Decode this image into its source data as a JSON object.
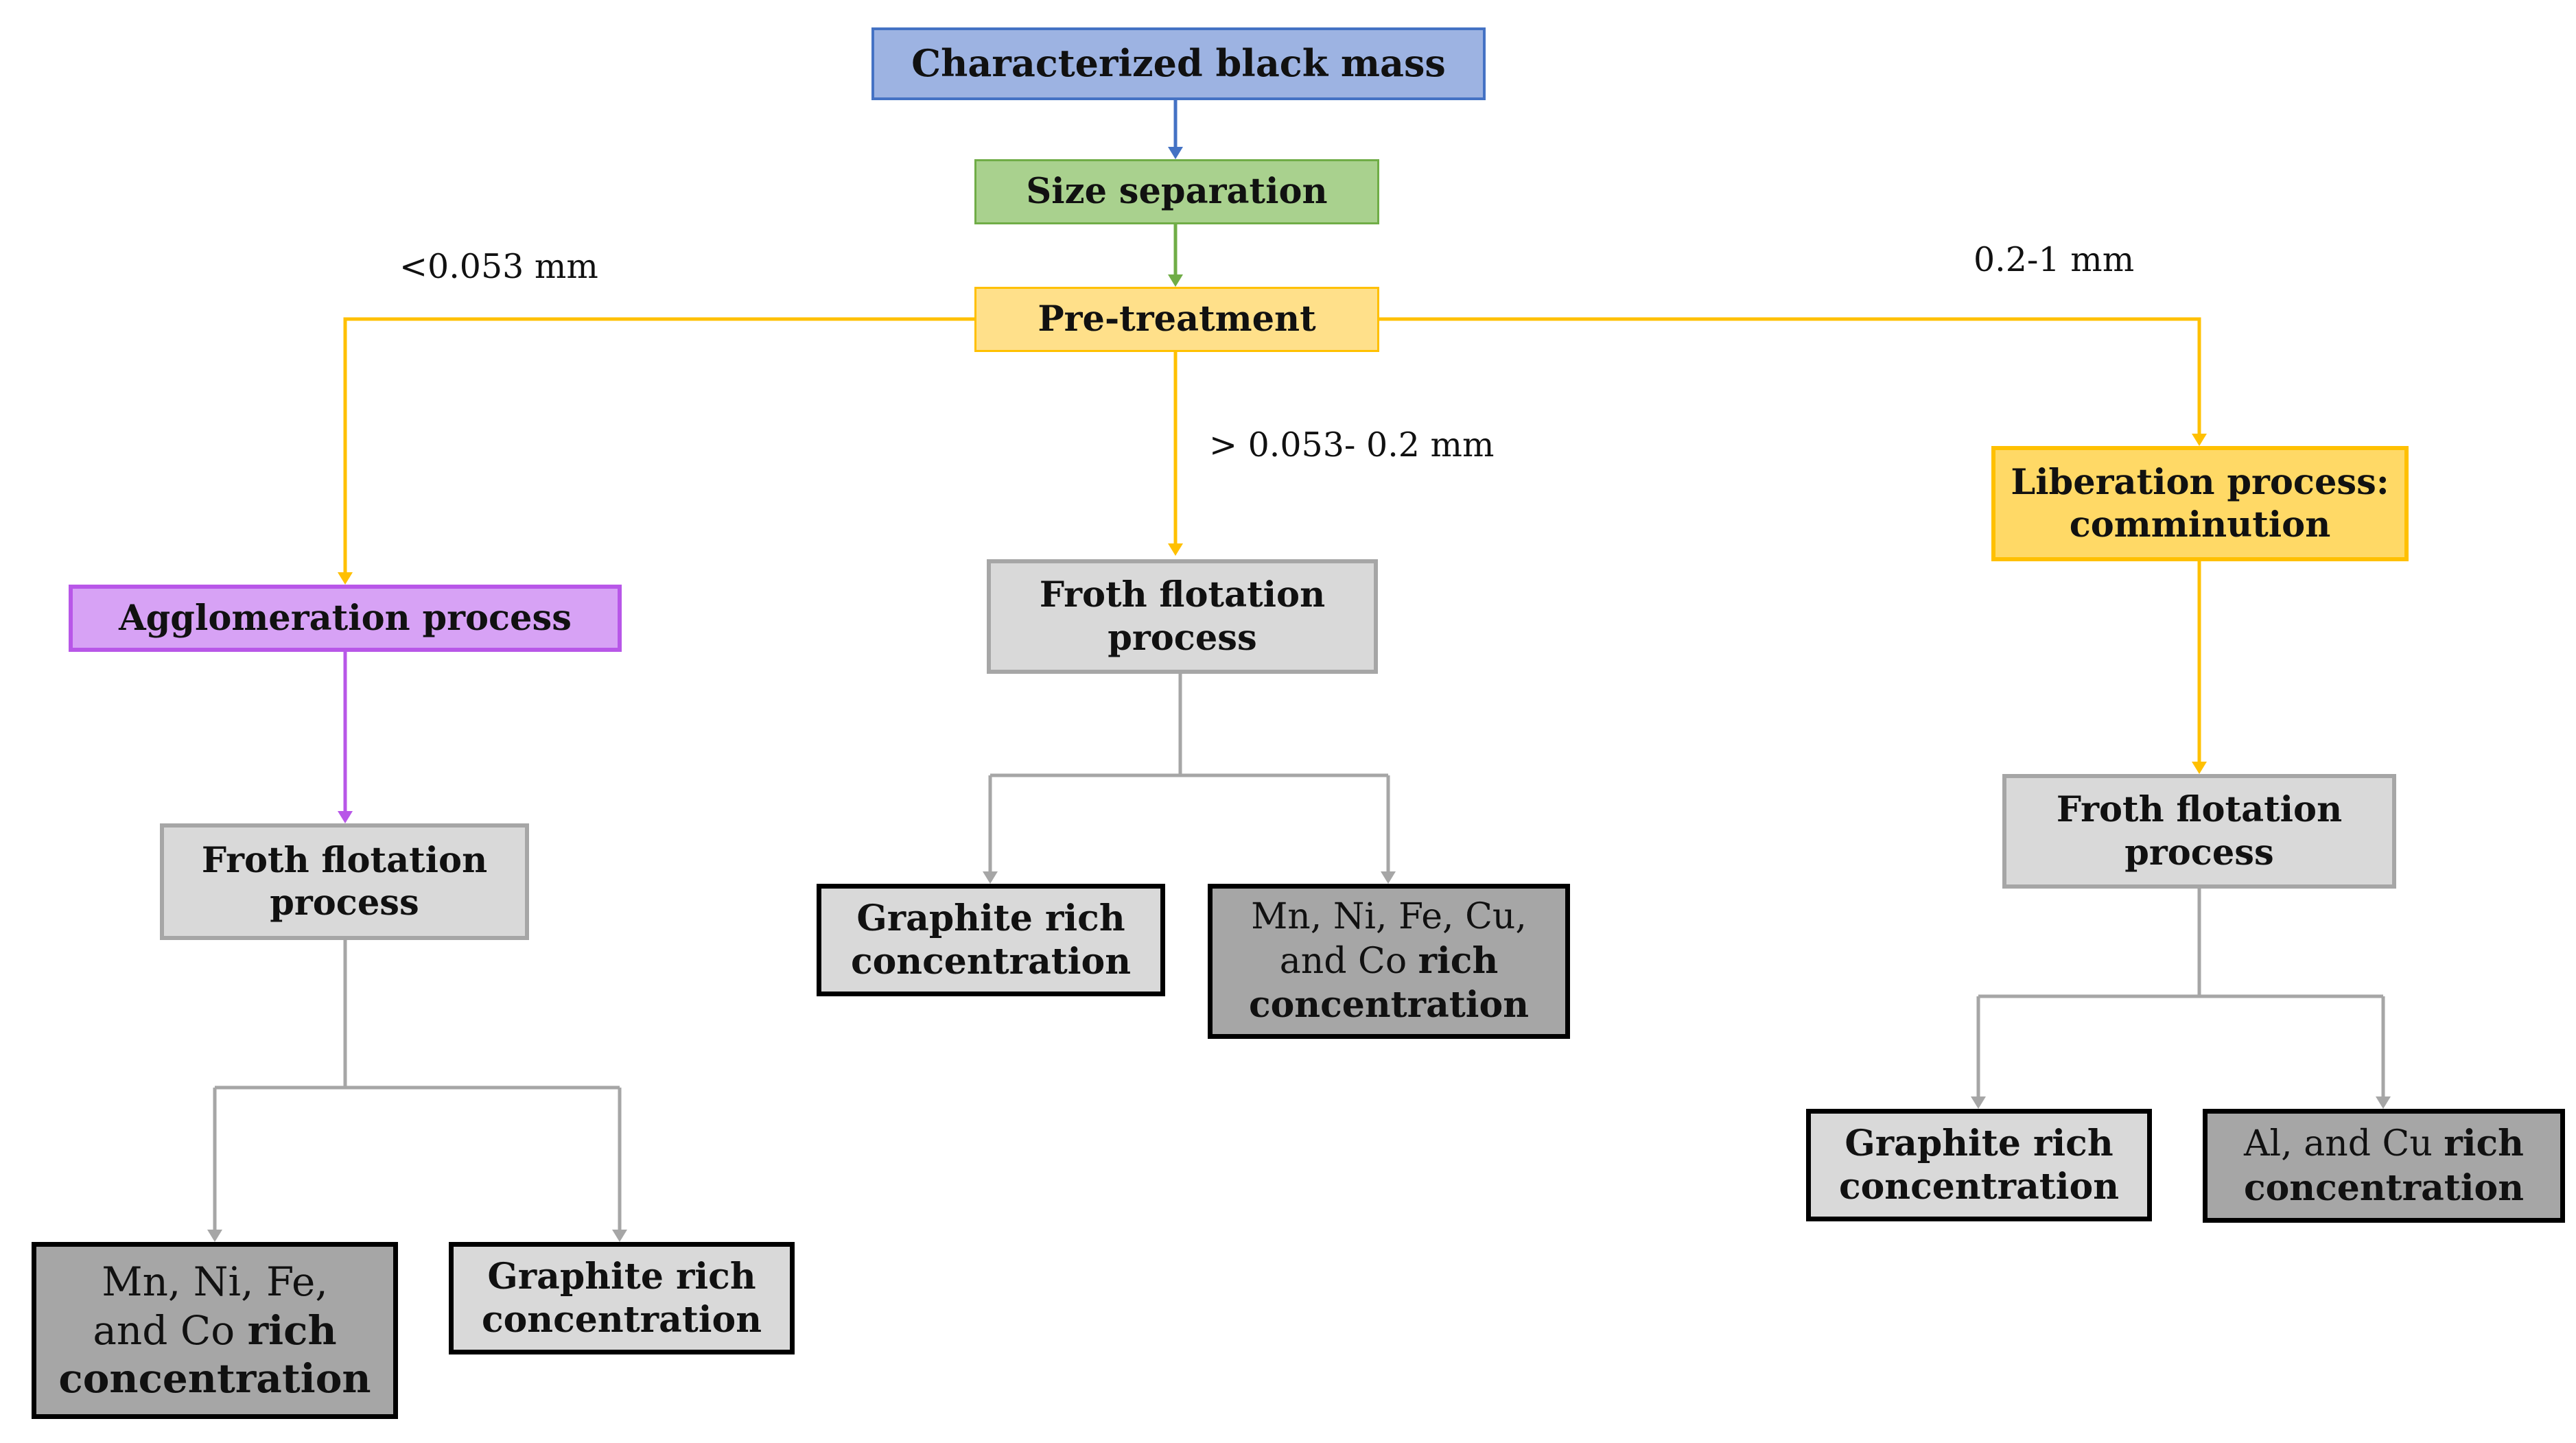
{
  "colors": {
    "blue_fill": "#9DB3E2",
    "blue_border": "#4472C4",
    "green_fill": "#A9D18E",
    "green_border": "#70AD47",
    "yellow_fill": "#FFD966",
    "yellow_border": "#FFC000",
    "yellow_light": "#FFE08A",
    "purple_fill": "#D7A2F5",
    "purple_border": "#B857E8",
    "grey_fill": "#D9D9D9",
    "grey_border": "#A6A6A6",
    "dark_grey_fill": "#A6A6A6",
    "black": "#000000"
  },
  "nodes": {
    "characterized_black_mass": "Characterized black mass",
    "size_separation": "Size separation",
    "pre_treatment": "Pre-treatment",
    "agglomeration": "Agglomeration process",
    "liberation_line1": "Liberation process:",
    "liberation_line2": "comminution",
    "froth_line1": "Froth flotation",
    "froth_line2": "process",
    "left_mn_line1": "Mn, Ni, Fe,",
    "left_mn_line2_plain": "and Co",
    "left_mn_line2_bold": "rich",
    "left_mn_line3": "concentration",
    "graphite_line1": "Graphite rich",
    "graphite_line2": "concentration",
    "mid_mn_line1": "Mn, Ni, Fe, Cu,",
    "mid_mn_line2_plain": "and Co",
    "mid_mn_line2_bold": "rich",
    "mid_mn_line3": "concentration",
    "al_cu_plain": "Al, and Cu",
    "al_cu_bold": "rich",
    "al_cu_line2": "concentration"
  },
  "labels": {
    "fine": "<0.053 mm",
    "medium": "> 0.053- 0.2 mm",
    "coarse": "0.2-1 mm"
  }
}
